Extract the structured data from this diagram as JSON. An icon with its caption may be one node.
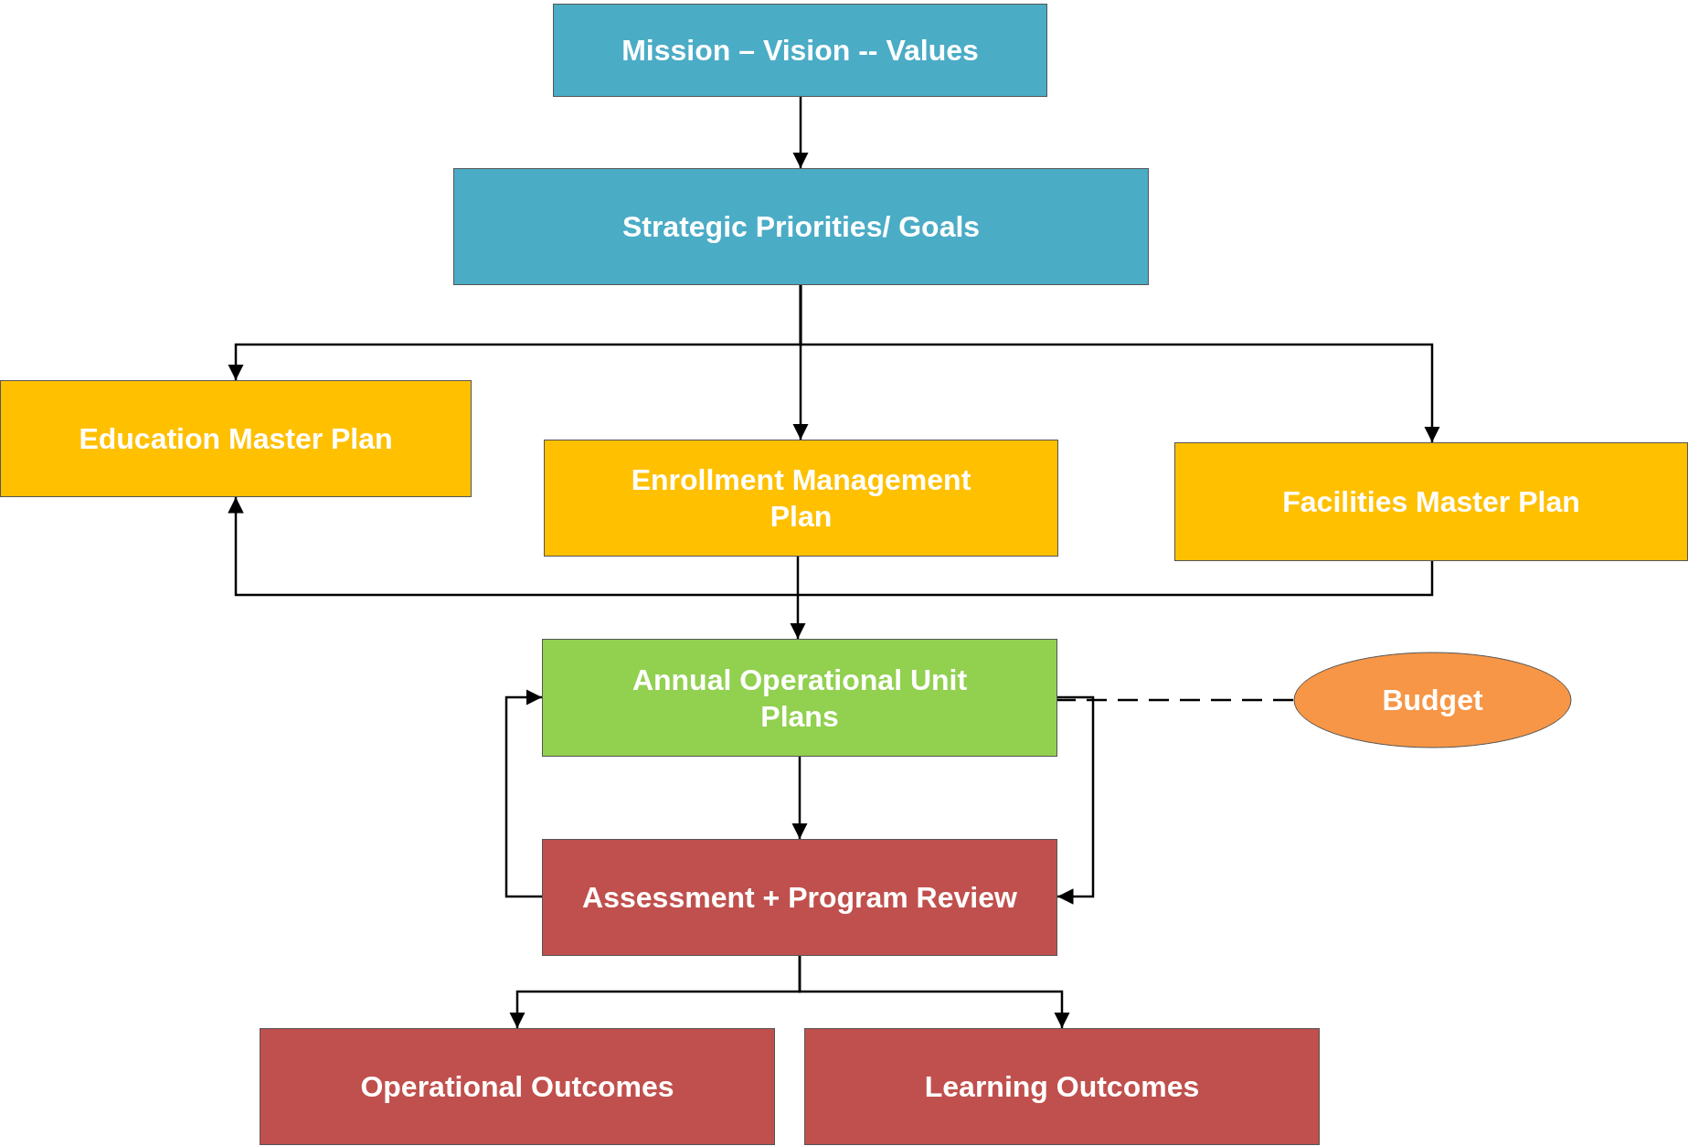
{
  "diagram": {
    "nodes": [
      {
        "text": [
          "Mission – Vision -- Values"
        ]
      },
      {
        "text": [
          "Strategic Priorities/ Goals"
        ]
      },
      {
        "text": [
          "Education Master Plan"
        ]
      },
      {
        "text": [
          "Enrollment Management Plan"
        ]
      },
      {
        "text": [
          "Facilities Master Plan"
        ]
      },
      {
        "text": [
          "Annual Operational Unit Plans"
        ]
      },
      {
        "text": [
          "Budget"
        ]
      },
      {
        "text": [
          "Assessment + Program Review"
        ]
      },
      {
        "text": [
          "Operational Outcomes"
        ]
      },
      {
        "text": [
          "Learning Outcomes"
        ]
      }
    ],
    "edges": [
      {
        "from": 0,
        "to": 1,
        "arrow": "to"
      },
      {
        "from": 1,
        "to": 2,
        "arrow": "to"
      },
      {
        "from": 1,
        "to": 3,
        "arrow": "to"
      },
      {
        "from": 1,
        "to": 4,
        "arrow": "to"
      },
      {
        "from": 4,
        "to": 2,
        "arrow": "to"
      },
      {
        "from": 3,
        "to": 5,
        "arrow": "to"
      },
      {
        "from": 5,
        "to": 7,
        "arrow": "to"
      },
      {
        "from": 7,
        "to": 5,
        "arrow": "to"
      },
      {
        "from": 5,
        "to": 7,
        "arrow": "to"
      },
      {
        "from": 6,
        "to": 5,
        "arrow": "none",
        "style": "dashed"
      },
      {
        "from": 7,
        "to": 8,
        "arrow": "to"
      },
      {
        "from": 7,
        "to": 9,
        "arrow": "to"
      }
    ]
  }
}
